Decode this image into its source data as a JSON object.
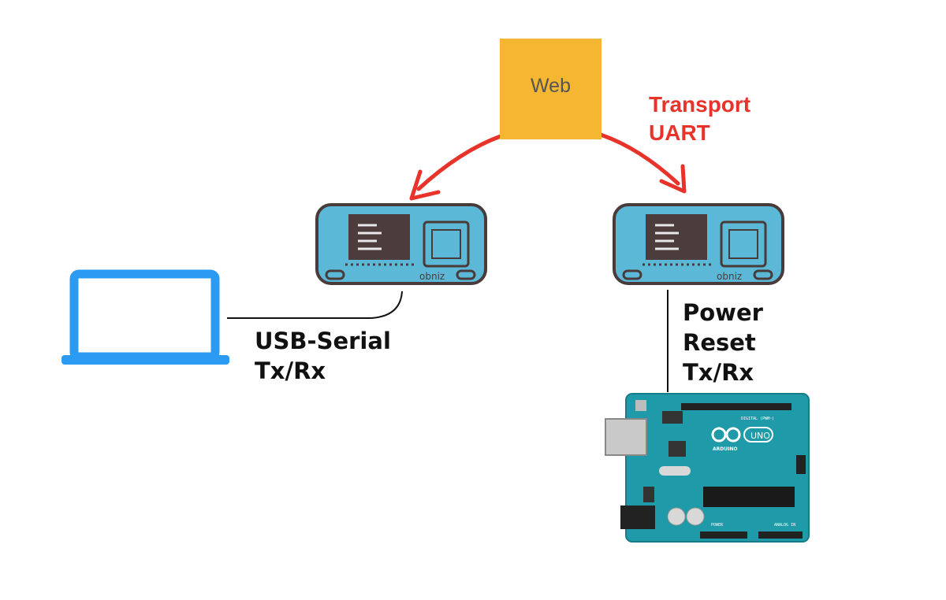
{
  "web": {
    "label": "Web"
  },
  "transport": {
    "line1": "Transport",
    "line2": "UART"
  },
  "usb_link": {
    "line1": "USB-Serial",
    "line2": "Tx/Rx"
  },
  "uart_link": {
    "line1": "Power",
    "line2": "Reset",
    "line3": "Tx/Rx"
  },
  "obniz_left": {
    "brand": "obniz"
  },
  "obniz_right": {
    "brand": "obniz"
  },
  "arduino": {
    "logo_text": "ARDUINO",
    "model": "UNO",
    "header_digital": "DIGITAL (PWM~)",
    "header_power": "POWER",
    "header_analog": "ANALOG IN"
  },
  "colors": {
    "web_box": "#f5b731",
    "arrow": "#e8332a",
    "laptop": "#2b9af3",
    "board": "#5bb8d6",
    "arduino": "#1f9aa8"
  }
}
